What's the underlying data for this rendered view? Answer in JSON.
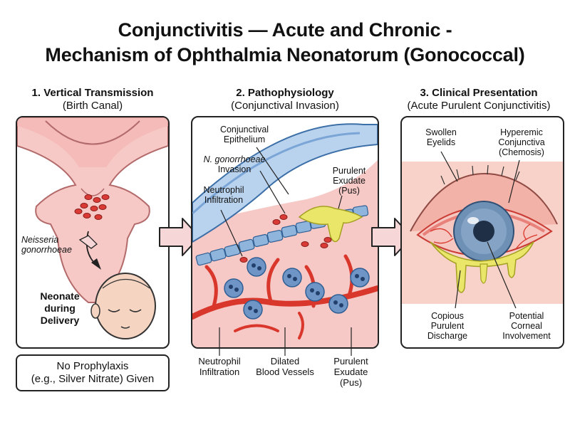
{
  "title": {
    "line1": "Conjunctivitis — Acute and Chronic -",
    "line2": "Mechanism of Ophthalmia Neonatorum (Gonococcal)"
  },
  "panels": [
    {
      "heading": "1. Vertical Transmission",
      "subheading": "(Birth Canal)",
      "labels": {
        "bacteria": [
          "Neisseria",
          "gonorrhoeae"
        ],
        "neonate": [
          "Neonate",
          "during",
          "Delivery"
        ]
      },
      "box": [
        "No Prophylaxis",
        "(e.g., Silver Nitrate) Given"
      ]
    },
    {
      "heading": "2. Pathophysiology",
      "subheading": "(Conjunctival Invasion)",
      "labels": {
        "epithelium": [
          "Conjunctival",
          "Epithelium"
        ],
        "invasion": [
          "N. gonorrhoeae",
          "Invasion"
        ],
        "neutrophil": [
          "Neutrophil",
          "Infiltration"
        ],
        "exudate": [
          "Purulent",
          "Exudate",
          "(Pus)"
        ]
      },
      "below": {
        "neutrophil": [
          "Neutrophil",
          "Infiltration"
        ],
        "vessels": [
          "Dilated",
          "Blood Vessels"
        ],
        "exudate": [
          "Purulent",
          "Exudate",
          "(Pus)"
        ]
      }
    },
    {
      "heading": "3. Clinical Presentation",
      "subheading": "(Acute Purulent Conjunctivitis)",
      "labels": {
        "eyelids": [
          "Swollen",
          "Eyelids"
        ],
        "hyperemic": [
          "Hyperemic",
          "Conjunctiva",
          "(Chemosis)"
        ],
        "discharge": [
          "Copious",
          "Purulent",
          "Discharge"
        ],
        "cornea": [
          "Potential",
          "Corneal",
          "Involvement"
        ]
      }
    }
  ],
  "colors": {
    "tissue": "#f7c9c6",
    "vessel": "#d9372b",
    "epithelium_cell": "#8fb5dd",
    "pus": "#e9e66a",
    "neutrophil": "#6f95c6",
    "iris": "#6f90b5",
    "arrow_fill": "#f6d6d6"
  },
  "icons": [
    "arrow-right-icon",
    "baby-face-icon",
    "eye-icon",
    "bacteria-icon",
    "neutrophil-icon"
  ]
}
